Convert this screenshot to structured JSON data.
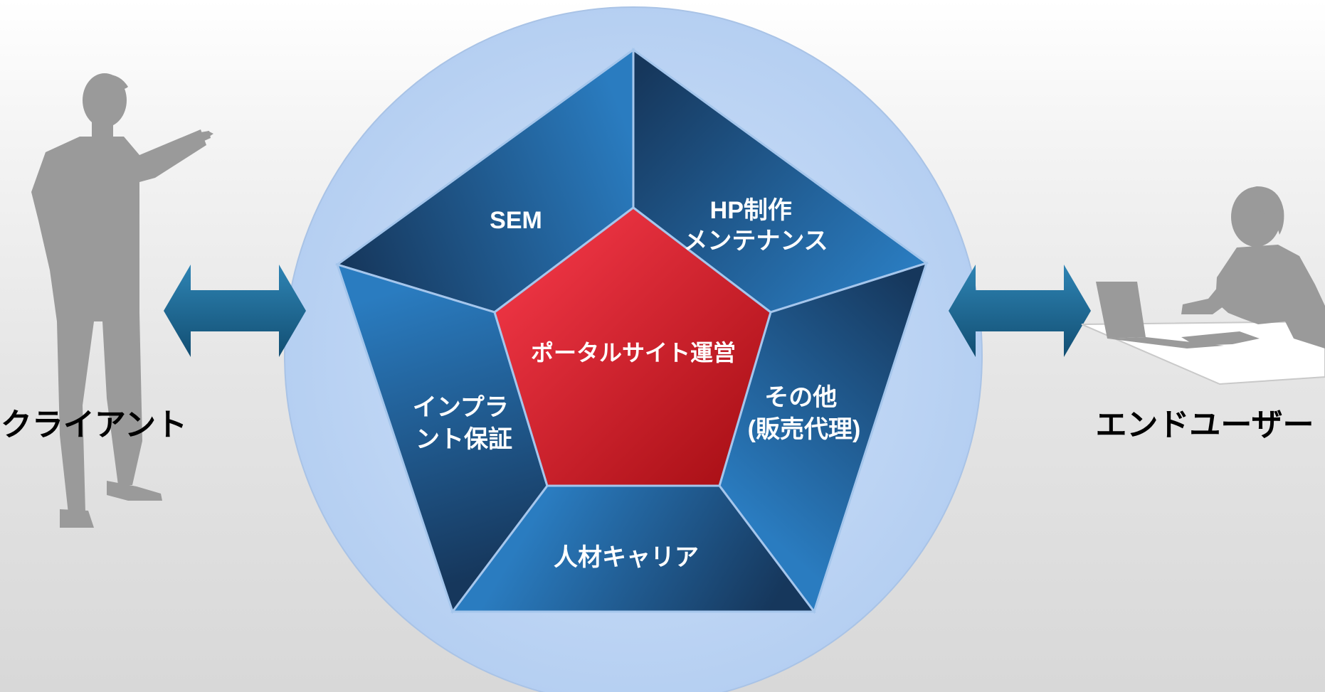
{
  "diagram": {
    "left_party": {
      "label": "クライアント",
      "figure": "standing-businessman-pointing-silhouette"
    },
    "right_party": {
      "label": "エンドユーザー",
      "figure": "person-at-laptop-silhouette"
    },
    "center": {
      "label": "ポータルサイト運営"
    },
    "segments": [
      {
        "id": "sem",
        "lines": [
          "SEM"
        ]
      },
      {
        "id": "hp",
        "lines": [
          "HP制作",
          "メンテナンス"
        ]
      },
      {
        "id": "other",
        "lines": [
          "その他",
          "(販売代理)"
        ]
      },
      {
        "id": "career",
        "lines": [
          "人材キャリア"
        ]
      },
      {
        "id": "implant",
        "lines": [
          "インプラ",
          "ント保証"
        ]
      }
    ],
    "connectors": [
      "double-arrow-icon",
      "double-arrow-icon"
    ],
    "colors": {
      "segment_dark": "#16375c",
      "segment_light": "#2a7cc0",
      "center_light": "#f43848",
      "center_dark": "#a60e14",
      "circle_fill": "#bcd4f2",
      "arrow": "#1d6690",
      "silhouette": "#9a9a9a"
    }
  }
}
